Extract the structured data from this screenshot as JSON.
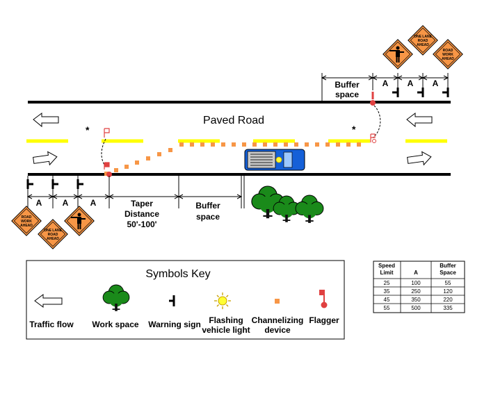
{
  "road": {
    "title": "Paved Road"
  },
  "marks": {
    "asterisk": "*",
    "dim_a": "A"
  },
  "labels": {
    "buffer_top_1": "Buffer",
    "buffer_top_2": "space",
    "taper_1": "Taper",
    "taper_2": "Distance",
    "taper_3": "50'-100'",
    "buffer_bottom_1": "Buffer",
    "buffer_bottom_2": "space"
  },
  "signs": {
    "road_work_ahead": [
      "ROAD",
      "WORK",
      "AHEAD"
    ],
    "one_lane_road_ahead": [
      "ONE LANE",
      "ROAD",
      "AHEAD"
    ]
  },
  "key": {
    "title": "Symbols Key",
    "traffic_flow": "Traffic flow",
    "work_space": "Work space",
    "warning_sign": "Warning sign",
    "flashing_light_1": "Flashing",
    "flashing_light_2": "vehicle light",
    "channelizing_1": "Channelizing",
    "channelizing_2": "device",
    "flagger": "Flagger"
  },
  "table": {
    "header_speed_1": "Speed",
    "header_speed_2": "Limit",
    "header_a": "A",
    "header_buffer_1": "Buffer",
    "header_buffer_2": "Space",
    "rows": [
      [
        "25",
        "100",
        "55"
      ],
      [
        "35",
        "250",
        "120"
      ],
      [
        "45",
        "350",
        "220"
      ],
      [
        "55",
        "500",
        "335"
      ]
    ]
  },
  "colors": {
    "road_line": "#000000",
    "center_line": "#ffff00",
    "cone": "#f79646",
    "sign_fill": "#f79646",
    "flagger": "#e04040",
    "truck": "#1560d8",
    "tree": "#1a8a1a"
  }
}
